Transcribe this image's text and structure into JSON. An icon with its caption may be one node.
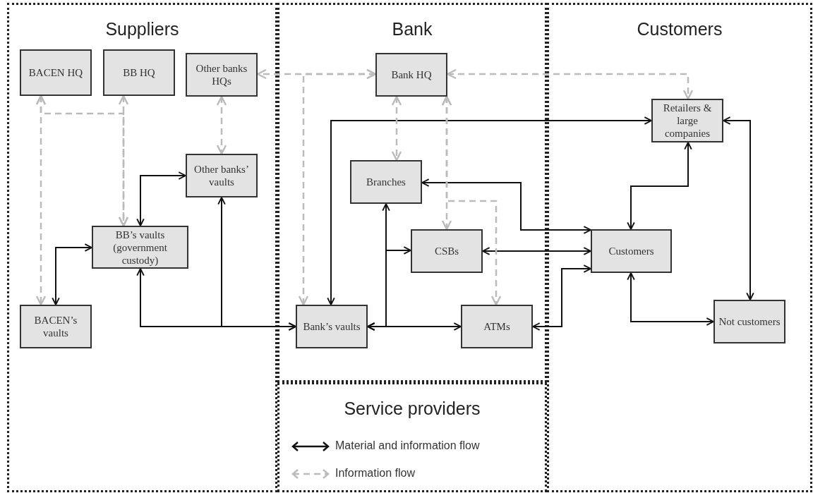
{
  "diagram": {
    "nodes": [
      {
        "text": [
          "Suppliers"
        ]
      },
      {
        "text": [
          "Bank"
        ]
      },
      {
        "text": [
          "Customers"
        ]
      },
      {
        "text": [
          "Service providers"
        ]
      },
      {
        "text": [
          "BACEN HQ"
        ],
        "in": 0
      },
      {
        "text": [
          "BB HQ"
        ],
        "in": 0
      },
      {
        "text": [
          "Other banks HQs"
        ],
        "in": 0
      },
      {
        "text": [
          "Other banks’ vaults"
        ],
        "in": 0
      },
      {
        "text": [
          "BB’s vaults (government custody)"
        ],
        "in": 0
      },
      {
        "text": [
          "BACEN’s vaults"
        ],
        "in": 0
      },
      {
        "text": [
          "Bank HQ"
        ],
        "in": 1
      },
      {
        "text": [
          "Branches"
        ],
        "in": 1
      },
      {
        "text": [
          "CSBs"
        ],
        "in": 1
      },
      {
        "text": [
          "Bank’s vaults"
        ],
        "in": 1
      },
      {
        "text": [
          "ATMs"
        ],
        "in": 1
      },
      {
        "text": [
          "Retailers & large companies"
        ],
        "in": 2
      },
      {
        "text": [
          "Customers"
        ],
        "in": 2
      },
      {
        "text": [
          "Not customers"
        ],
        "in": 2
      }
    ],
    "edges": [
      {
        "from": 8,
        "to": 9,
        "arrow": "both"
      },
      {
        "from": 8,
        "to": 7,
        "arrow": "both"
      },
      {
        "from": 13,
        "to": 8,
        "arrow": "both"
      },
      {
        "from": 13,
        "to": 7,
        "arrow": "both"
      },
      {
        "from": 13,
        "to": 15,
        "arrow": "both"
      },
      {
        "from": 13,
        "to": 11,
        "arrow": "both"
      },
      {
        "from": 13,
        "to": 12,
        "arrow": "both"
      },
      {
        "from": 13,
        "to": 14,
        "arrow": "both"
      },
      {
        "from": 11,
        "to": 16,
        "arrow": "both"
      },
      {
        "from": 12,
        "to": 16,
        "arrow": "both"
      },
      {
        "from": 14,
        "to": 16,
        "arrow": "both"
      },
      {
        "from": 16,
        "to": 15,
        "arrow": "both"
      },
      {
        "from": 15,
        "to": 17,
        "arrow": "both"
      },
      {
        "from": 16,
        "to": 17,
        "arrow": "both"
      },
      {
        "from": 4,
        "to": 9,
        "arrow": "both",
        "style": "dashed",
        "color": "#bbbbbb"
      },
      {
        "from": 5,
        "to": 8,
        "arrow": "both",
        "style": "dashed",
        "color": "#bbbbbb"
      },
      {
        "from": 4,
        "to": 8,
        "arrow": "both",
        "style": "dashed",
        "color": "#bbbbbb"
      },
      {
        "from": 6,
        "to": 7,
        "arrow": "both",
        "style": "dashed",
        "color": "#bbbbbb"
      },
      {
        "from": 10,
        "to": 6,
        "arrow": "both",
        "style": "dashed",
        "color": "#bbbbbb"
      },
      {
        "from": 10,
        "to": 13,
        "arrow": "both",
        "style": "dashed",
        "color": "#bbbbbb"
      },
      {
        "from": 10,
        "to": 11,
        "arrow": "both",
        "style": "dashed",
        "color": "#bbbbbb"
      },
      {
        "from": 10,
        "to": 12,
        "arrow": "both",
        "style": "dashed",
        "color": "#bbbbbb"
      },
      {
        "from": 10,
        "to": 14,
        "arrow": "both",
        "style": "dashed",
        "color": "#bbbbbb"
      },
      {
        "from": 10,
        "to": 15,
        "arrow": "both",
        "style": "dashed",
        "color": "#bbbbbb"
      }
    ],
    "legend": [
      {
        "text": "Material and information flow"
      },
      {
        "text": "Information flow"
      }
    ]
  }
}
